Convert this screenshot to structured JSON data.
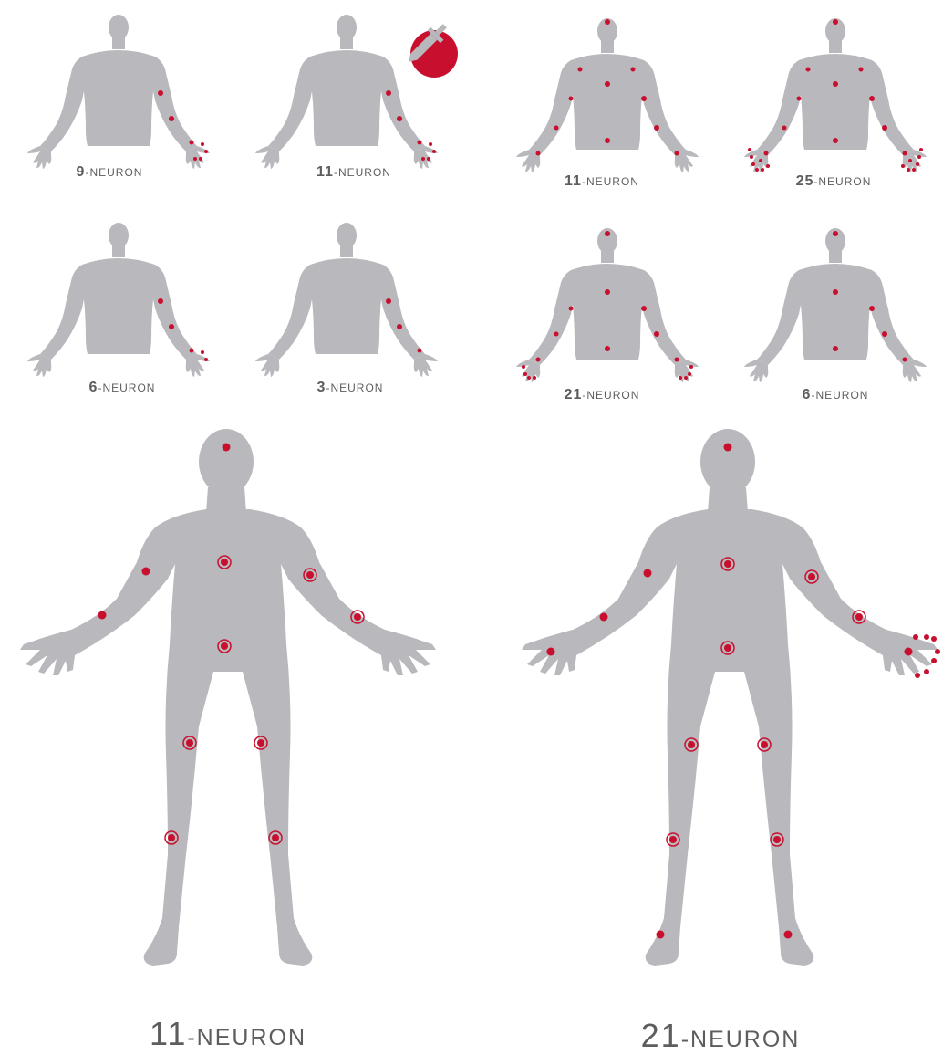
{
  "colors": {
    "body": "#b8b8bd",
    "dot": "#c8102e",
    "label": "#5d5d60"
  },
  "figures": [
    {
      "id": "upper-tl",
      "label_number": "9",
      "label_suffix": "-NEURON"
    },
    {
      "id": "upper-tm",
      "label_number": "11",
      "label_suffix": "-NEURON",
      "badge": "dagger-icon"
    },
    {
      "id": "upper-tr1",
      "label_number": "11",
      "label_suffix": "-NEURON"
    },
    {
      "id": "upper-tr2",
      "label_number": "25",
      "label_suffix": "-NEURON"
    },
    {
      "id": "upper-bl",
      "label_number": "6",
      "label_suffix": "-NEURON"
    },
    {
      "id": "upper-bm",
      "label_number": "3",
      "label_suffix": "-NEURON"
    },
    {
      "id": "upper-br1",
      "label_number": "21",
      "label_suffix": "-NEURON"
    },
    {
      "id": "upper-br2",
      "label_number": "6",
      "label_suffix": "-NEURON"
    },
    {
      "id": "full-left",
      "label_number": "11",
      "label_suffix": "-NEURON"
    },
    {
      "id": "full-right",
      "label_number": "21",
      "label_suffix": "-NEURON"
    }
  ]
}
